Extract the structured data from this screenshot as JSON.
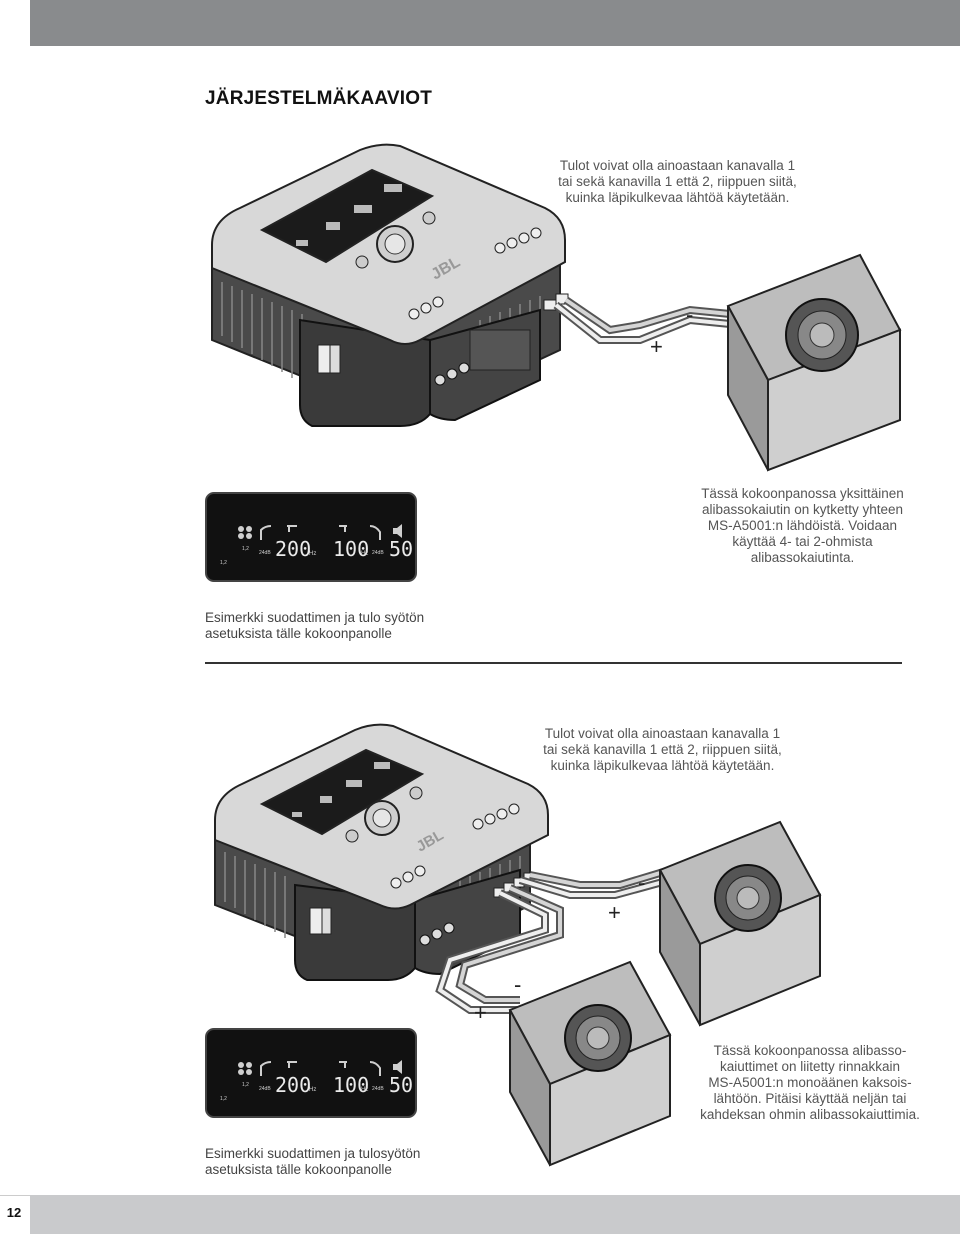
{
  "page": {
    "title": "JÄRJESTELMÄKAAVIOT",
    "page_number": "12"
  },
  "section1": {
    "input_note": [
      "Tulot voivat olla ainoastaan kanavalla 1",
      "tai sekä kanavilla 1 että 2, riippuen siitä,",
      "kuinka läpikulkevaa lähtöä käytetään."
    ],
    "setup_note": [
      "Tässä kokoonpanossa yksittäinen",
      "alibassokaiutin on kytketty yhteen",
      "MS-A5001:n lähdöistä. Voidaan",
      "käyttää 4- tai 2-ohmista",
      "alibassokaiutinta."
    ],
    "caption": [
      "Esimerkki suodattimen ja tulo syötön",
      "asetuksista tälle kokoonpanolle"
    ],
    "wire_minus": "-",
    "wire_plus": "+"
  },
  "section2": {
    "input_note": [
      "Tulot voivat olla ainoastaan kanavalla 1",
      "tai sekä kanavilla 1 että 2, riippuen siitä,",
      "kuinka läpikulkevaa lähtöä käytetään."
    ],
    "setup_note": [
      "Tässä kokoonpanossa alibasso-",
      "kaiuttimet on liitetty rinnakkain",
      "MS-A5001:n monoäänen kaksois-",
      "lähtöön. Pitäisi käyttää neljän tai",
      "kahdeksan ohmin alibassokaiuttimia."
    ],
    "caption": [
      "Esimerkki suodattimen ja tulosyötön",
      "asetuksista tälle kokoonpanolle"
    ],
    "wire_minus_1": "-",
    "wire_plus_1": "+",
    "wire_minus_2": "-",
    "wire_plus_2": "+"
  },
  "lcd": {
    "input_label": "1,2",
    "channel_label": "1,2",
    "slope_left": "24dB",
    "lowpass_freq": "200",
    "unit_left": "Hz",
    "highpass_freq": "100",
    "unit_right": "Hz",
    "slope_right": "24dB",
    "volume": "50"
  },
  "colors": {
    "top_bar": "#898b8d",
    "lcd_background": "#111111",
    "amp_body": "#d8d8d8",
    "page_strip": "#c9cacc"
  },
  "icons": [
    "input-icon",
    "lowpass-icon",
    "highpass-icon",
    "subsonic-icon",
    "speaker-icon"
  ]
}
